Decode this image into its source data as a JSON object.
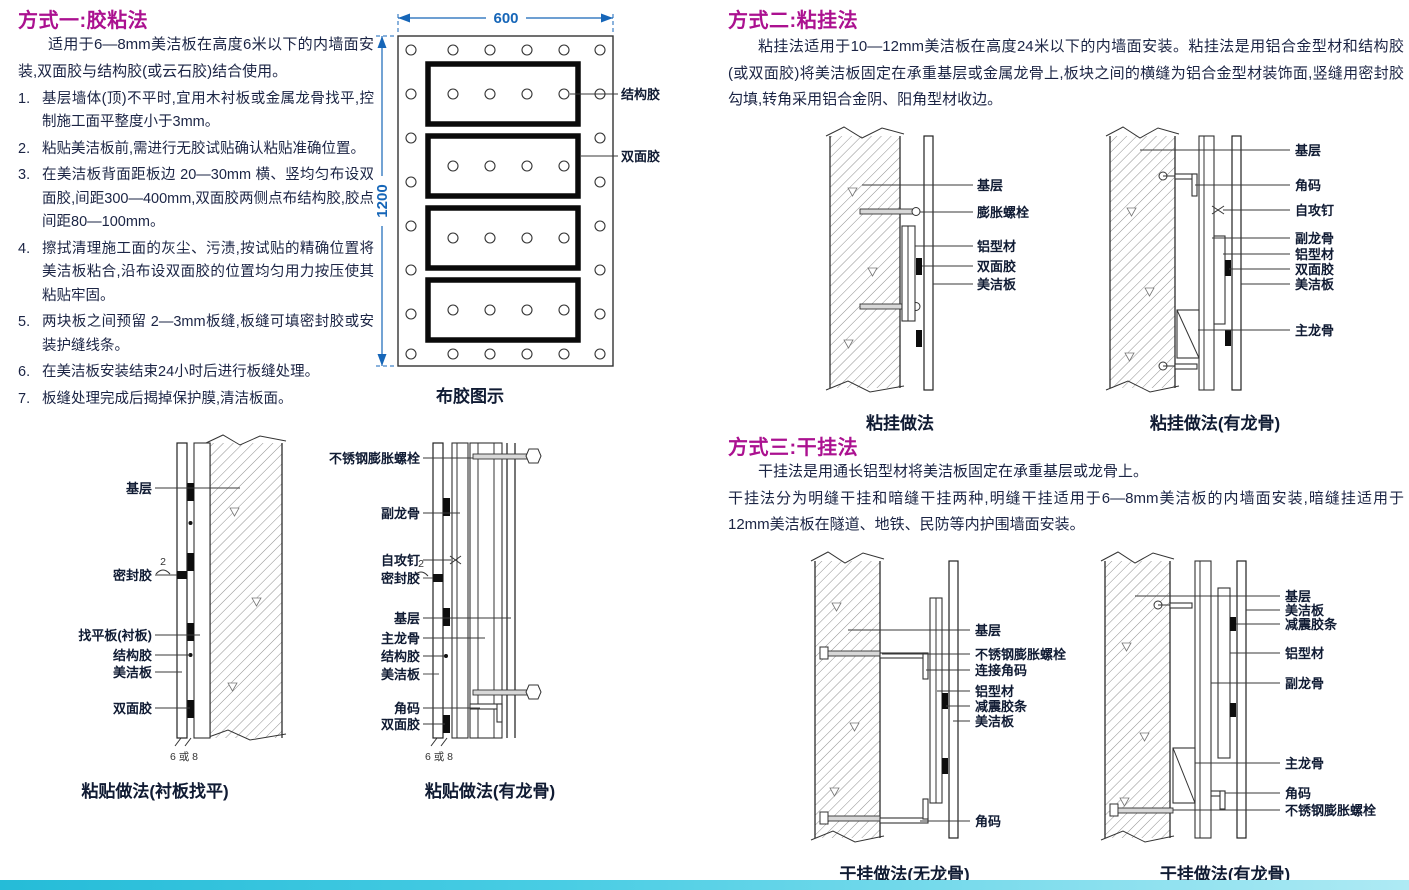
{
  "colors": {
    "heading": "#ab1190",
    "body_text": "#1b2444",
    "dimension_blue": "#1666b8",
    "accent_bar": "#2fc3de"
  },
  "method1": {
    "title": "方式一:胶粘法",
    "intro": "适用于6—8mm美洁板在高度6米以下的内墙面安装,双面胶与结构胶(或云石胶)结合使用。",
    "steps": [
      {
        "num": "1.",
        "text": "基层墙体(顶)不平时,宜用木衬板或金属龙骨找平,控制施工面平整度小于3mm。"
      },
      {
        "num": "2.",
        "text": "粘贴美洁板前,需进行无胶试贴确认粘贴准确位置。"
      },
      {
        "num": "3.",
        "text": "在美洁板背面距板边 20—30mm 横、竖均匀布设双面胶,间距300—400mm,双面胶两侧点布结构胶,胶点间距80—100mm。"
      },
      {
        "num": "4.",
        "text": "擦拭清理施工面的灰尘、污渍,按试贴的精确位置将美洁板粘合,沿布设双面胶的位置均匀用力按压使其粘贴牢固。"
      },
      {
        "num": "5.",
        "text": "两块板之间预留 2—3mm板缝,板缝可填密封胶或安装护缝线条。"
      },
      {
        "num": "6.",
        "text": "在美洁板安装结束24小时后进行板缝处理。"
      },
      {
        "num": "7.",
        "text": "板缝处理完成后揭掉保护膜,清洁板面。"
      }
    ]
  },
  "glue_diagram": {
    "width_label": "600",
    "height_label": "1200",
    "label_structural": "结构胶",
    "label_tape": "双面胶",
    "caption": "布胶图示"
  },
  "method2": {
    "title": "方式二:粘挂法",
    "body": "粘挂法适用于10—12mm美洁板在高度24米以下的内墙面安装。粘挂法是用铝合金型材和结构胶(或双面胶)将美洁板固定在承重基层或金属龙骨上,板块之间的横缝为铝合金型材装饰面,竖缝用密封胶勾填,转角采用铝合金阴、阳角型材收边。",
    "diagram_a": {
      "caption": "粘挂做法",
      "labels": [
        "基层",
        "膨胀螺栓",
        "铝型材",
        "双面胶",
        "美洁板"
      ]
    },
    "diagram_b": {
      "caption": "粘挂做法(有龙骨)",
      "labels": [
        "基层",
        "角码",
        "自攻钉",
        "副龙骨",
        "铝型材",
        "双面胶",
        "美洁板",
        "主龙骨"
      ]
    }
  },
  "method3": {
    "title": "方式三:干挂法",
    "body1": "干挂法是用通长铝型材将美洁板固定在承重基层或龙骨上。",
    "body2": "干挂法分为明缝干挂和暗缝干挂两种,明缝干挂适用于6—8mm美洁板的内墙面安装,暗缝挂适用于12mm美洁板在隧道、地铁、民防等内护围墙面安装。",
    "diagram_c": {
      "caption": "干挂做法(无龙骨)",
      "labels": [
        "基层",
        "不锈钢膨胀螺栓",
        "连接角码",
        "铝型材",
        "减震胶条",
        "美洁板",
        "角码"
      ]
    },
    "diagram_d": {
      "caption": "干挂做法(有龙骨)",
      "labels": [
        "基层",
        "美洁板",
        "减震胶条",
        "铝型材",
        "副龙骨",
        "主龙骨",
        "角码",
        "不锈钢膨胀螺栓"
      ]
    }
  },
  "paste": {
    "diagram_e": {
      "caption": "粘贴做法(衬板找平)",
      "labels": [
        "基层",
        "密封胶",
        "找平板(衬板)",
        "结构胶",
        "美洁板",
        "双面胶"
      ],
      "gap_note": "2",
      "thickness_note": "6 或 8"
    },
    "diagram_f": {
      "caption": "粘贴做法(有龙骨)",
      "labels": [
        "不锈钢膨胀螺栓",
        "副龙骨",
        "自攻钉",
        "密封胶",
        "基层",
        "主龙骨",
        "结构胶",
        "美洁板",
        "角码",
        "双面胶"
      ],
      "gap_note": "2",
      "thickness_note": "6 或 8"
    }
  }
}
